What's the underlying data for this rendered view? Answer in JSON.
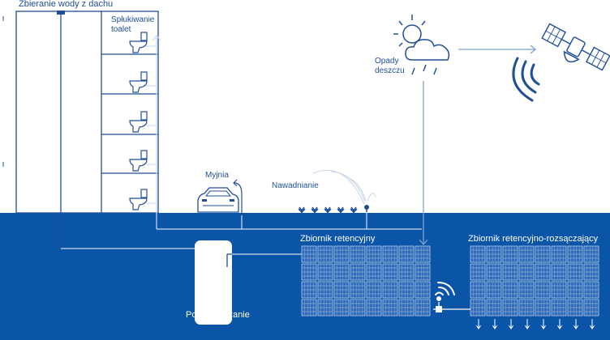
{
  "labels": {
    "roof_collection": "Zbieranie wody z dachu",
    "toilet_line1": "Spłukiwanie",
    "toilet_line2": "toalet",
    "rain_line1": "Opady",
    "rain_line2": "deszczu",
    "car_wash": "Myjnia",
    "irrigation": "Nawadnianie",
    "retention_tank": "Zbiornik retencyjny",
    "infiltration_tank": "Zbiornik retencyjno-rozsączający",
    "treatment": "Podczyszczanie"
  },
  "icons": {
    "weather": "sun-cloud-icon",
    "satellite": "satellite-icon",
    "signal": "signal-waves-icon",
    "wireless": "wifi-icon",
    "toilet": "toilet-icon",
    "car": "car-icon",
    "plant": "plant-icon",
    "sprinkler": "sprinkler-icon",
    "valve": "valve-icon"
  },
  "colors": {
    "ground": "#0b55a8",
    "line": "#1f4f96",
    "soft_line": "#7ea3cf",
    "crate": "#2e6bb8",
    "white": "#ffffff"
  }
}
